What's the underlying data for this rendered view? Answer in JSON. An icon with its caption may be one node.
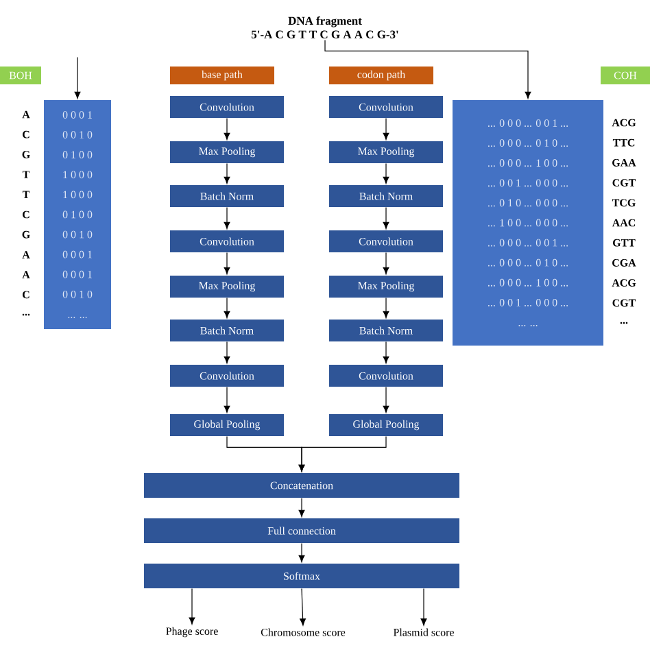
{
  "diagram": {
    "nodes": [
      {
        "text": [
          "DNA fragment",
          "5'-A C G T T C G A A C G-3'"
        ]
      },
      {
        "text": [
          "BOH"
        ]
      },
      {
        "text": [
          "base path"
        ]
      },
      {
        "text": [
          "codon path"
        ]
      },
      {
        "text": [
          "COH"
        ]
      },
      {
        "text": [
          "0 0 0 1",
          "0 0 1 0",
          "0 1 0 0",
          "1 0 0 0",
          "1 0 0 0",
          "0 1 0 0",
          "0 0 1 0",
          "0 0 0 1",
          "0 0 0 1",
          "0 0 1 0",
          "... ..."
        ],
        "beside": [
          "A",
          "C",
          "G",
          "T",
          "T",
          "C",
          "G",
          "A",
          "A",
          "C",
          "..."
        ]
      },
      {
        "text": [
          "Convolution"
        ]
      },
      {
        "text": [
          "Max Pooling"
        ]
      },
      {
        "text": [
          "Batch Norm"
        ]
      },
      {
        "text": [
          "Convolution"
        ]
      },
      {
        "text": [
          "Max Pooling"
        ]
      },
      {
        "text": [
          "Batch Norm"
        ]
      },
      {
        "text": [
          "Convolution"
        ]
      },
      {
        "text": [
          "Global Pooling"
        ]
      },
      {
        "text": [
          "Convolution"
        ]
      },
      {
        "text": [
          "Max Pooling"
        ]
      },
      {
        "text": [
          "Batch Norm"
        ]
      },
      {
        "text": [
          "Convolution"
        ]
      },
      {
        "text": [
          "Max Pooling"
        ]
      },
      {
        "text": [
          "Batch Norm"
        ]
      },
      {
        "text": [
          "Convolution"
        ]
      },
      {
        "text": [
          "Global Pooling"
        ]
      },
      {
        "text": [
          "... 0 0 0 ... 0 0 1 ...",
          "... 0 0 0 ... 0 1 0 ...",
          "... 0 0 0 ... 1 0 0 ...",
          "... 0 0 1 ... 0 0 0 ...",
          "... 0 1 0 ... 0 0 0 ...",
          "... 1 0 0 ... 0 0 0 ...",
          "... 0 0 0 ... 0 0 1 ...",
          "... 0 0 0 ... 0 1 0 ...",
          "... 0 0 0 ... 1 0 0 ...",
          "... 0 0 1 ... 0 0 0 ...",
          "... ..."
        ],
        "beside": [
          "ACG",
          "TTC",
          "GAA",
          "CGT",
          "TCG",
          "AAC",
          "GTT",
          "CGA",
          "ACG",
          "CGT",
          "..."
        ]
      },
      {
        "text": [
          "Concatenation"
        ]
      },
      {
        "text": [
          "Full connection"
        ]
      },
      {
        "text": [
          "Softmax"
        ]
      },
      {
        "text": [
          "Phage score"
        ]
      },
      {
        "text": [
          "Chromosome score"
        ]
      },
      {
        "text": [
          "Plasmid score"
        ]
      }
    ],
    "edges": [
      {
        "from": null,
        "to": 5,
        "arrow": "to"
      },
      {
        "from": 0,
        "to": 22,
        "arrow": "to"
      },
      {
        "from": 6,
        "to": 7,
        "arrow": "to"
      },
      {
        "from": 7,
        "to": 8,
        "arrow": "to"
      },
      {
        "from": 8,
        "to": 9,
        "arrow": "to"
      },
      {
        "from": 9,
        "to": 10,
        "arrow": "to"
      },
      {
        "from": 10,
        "to": 11,
        "arrow": "to"
      },
      {
        "from": 11,
        "to": 12,
        "arrow": "to"
      },
      {
        "from": 12,
        "to": 13,
        "arrow": "to"
      },
      {
        "from": 14,
        "to": 15,
        "arrow": "to"
      },
      {
        "from": 15,
        "to": 16,
        "arrow": "to"
      },
      {
        "from": 16,
        "to": 17,
        "arrow": "to"
      },
      {
        "from": 17,
        "to": 18,
        "arrow": "to"
      },
      {
        "from": 18,
        "to": 19,
        "arrow": "to"
      },
      {
        "from": 19,
        "to": 20,
        "arrow": "to"
      },
      {
        "from": 20,
        "to": 21,
        "arrow": "to"
      },
      {
        "from": 13,
        "to": 23,
        "arrow": "to"
      },
      {
        "from": 21,
        "to": 23,
        "arrow": "to"
      },
      {
        "from": 23,
        "to": 24,
        "arrow": "to"
      },
      {
        "from": 24,
        "to": 25,
        "arrow": "to"
      },
      {
        "from": 25,
        "to": 26,
        "arrow": "to"
      },
      {
        "from": 25,
        "to": 27,
        "arrow": "to"
      },
      {
        "from": 25,
        "to": 28,
        "arrow": "to"
      }
    ]
  }
}
